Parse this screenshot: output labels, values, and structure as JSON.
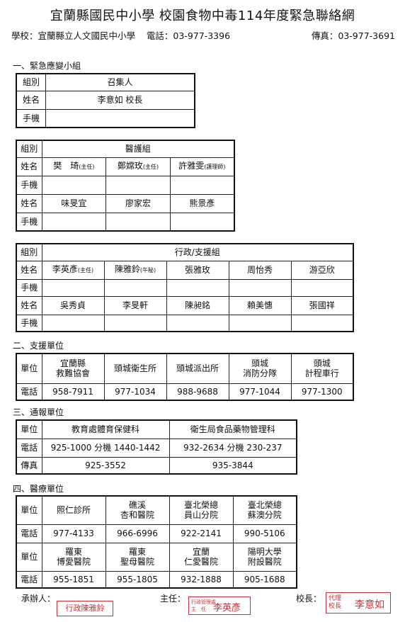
{
  "title": "宜蘭縣國民中小學 校園食物中毒114年度緊急聯絡網",
  "header": {
    "school": "學校：宜蘭縣立人文國民中小學",
    "phone": "電話：03-977-3396",
    "fax": "傳真：03-977-3691"
  },
  "labels": {
    "group": "組別",
    "name": "姓名",
    "mobile": "手機",
    "unit": "單位",
    "tel": "電話",
    "fax": "傳真"
  },
  "section1": {
    "title": "一、緊急應變小組",
    "group_name": "召集人",
    "person": "李意如 校長"
  },
  "section_medical": {
    "group_name": "醫護組",
    "row1": [
      {
        "name": "樊　琦",
        "role": "(主任)"
      },
      {
        "name": "鄭嫦玫",
        "role": "(主任)"
      },
      {
        "name": "許雅雯",
        "role": "(護理師)"
      }
    ],
    "row2": [
      "味旻宜",
      "廖家宏",
      "熊景彥"
    ]
  },
  "section_admin": {
    "group_name": "行政/支援組",
    "row1": [
      {
        "name": "李英彥",
        "role": "(主任)"
      },
      {
        "name": "陳雅鈴",
        "role": "(午秘)"
      },
      {
        "name": "張雅玫",
        "role": ""
      },
      {
        "name": "周怡秀",
        "role": ""
      },
      {
        "name": "游亞欣",
        "role": ""
      }
    ],
    "row2": [
      "吳秀貞",
      "李旻軒",
      "陳昶銘",
      "賴美憓",
      "張國祥"
    ]
  },
  "section2": {
    "title": "二、支援單位",
    "units": [
      {
        "name": "宜蘭縣\n救難協會",
        "tel": "958-7911"
      },
      {
        "name": "頭城衛生所",
        "tel": "977-1034"
      },
      {
        "name": "頭城派出所",
        "tel": "988-9688"
      },
      {
        "name": "頭城\n消防分隊",
        "tel": "977-1044"
      },
      {
        "name": "頭城\n計程車行",
        "tel": "977-1300"
      }
    ]
  },
  "section3": {
    "title": "三、通報單位",
    "units": [
      {
        "name": "教育處體育保健科",
        "tel": "925-1000 分機 1440-1442",
        "fax": "925-3552"
      },
      {
        "name": "衛生局食品藥物管理科",
        "tel": "932-2634 分機 230-237",
        "fax": "935-3844"
      }
    ]
  },
  "section4": {
    "title": "四、醫療單位",
    "row1": [
      {
        "name": "照仁診所",
        "tel": "977-4133"
      },
      {
        "name": "礁溪\n杏和醫院",
        "tel": "966-6996"
      },
      {
        "name": "臺北榮總\n員山分院",
        "tel": "922-2141"
      },
      {
        "name": "臺北榮總\n蘇澳分院",
        "tel": "990-5106"
      }
    ],
    "row2": [
      {
        "name": "羅東\n博愛醫院",
        "tel": "955-1851"
      },
      {
        "name": "羅東\n聖母醫院",
        "tel": "955-1805"
      },
      {
        "name": "宜蘭\n仁愛醫院",
        "tel": "932-1888"
      },
      {
        "name": "陽明大學\n附設醫院",
        "tel": "905-1688"
      }
    ]
  },
  "signatures": {
    "handler_label": "承辦人：",
    "director_label": "主任：",
    "principal_label": "校長：",
    "stamp_handler": "行政陳雅鈴",
    "stamp_director_small": "行政管理處\n主　任",
    "stamp_director": "李英彥",
    "stamp_principal_small": "代理\n校長",
    "stamp_principal": "李意如"
  }
}
